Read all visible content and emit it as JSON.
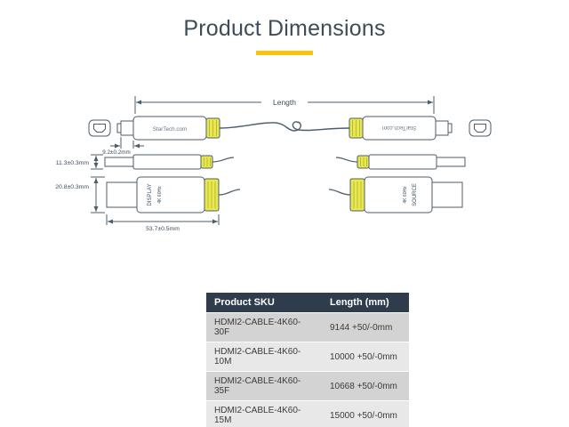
{
  "title": "Product Dimensions",
  "colors": {
    "accent_yellow": "#ffc10e",
    "band_yellow": "#e9e94f",
    "line": "#4e5d69",
    "table_header_bg": "#2e3c4c",
    "row_dark": "#d3d3d3",
    "row_light": "#e8e8e8"
  },
  "diagram": {
    "length_label": "Length",
    "brand_left": "StarTech.com",
    "brand_right": "StarTech.com",
    "dims": {
      "tip": "9.2±0.2mm",
      "height": "11.3±0.3mm",
      "width": "20.8±0.3mm",
      "body": "53.7±0.5mm"
    },
    "display": {
      "line1": "DISPLAY",
      "line2": "4K 60Hz"
    },
    "source": {
      "line1": "SOURCE",
      "line2": "4K 60Hz"
    }
  },
  "table": {
    "headers": [
      "Product SKU",
      "Length (mm)"
    ],
    "rows": [
      [
        "HDMI2-CABLE-4K60-30F",
        "9144 +50/-0mm"
      ],
      [
        "HDMI2-CABLE-4K60-10M",
        "10000 +50/-0mm"
      ],
      [
        "HDMI2-CABLE-4K60-35F",
        "10668 +50/-0mm"
      ],
      [
        "HDMI2-CABLE-4K60-15M",
        "15000 +50/-0mm"
      ]
    ]
  }
}
